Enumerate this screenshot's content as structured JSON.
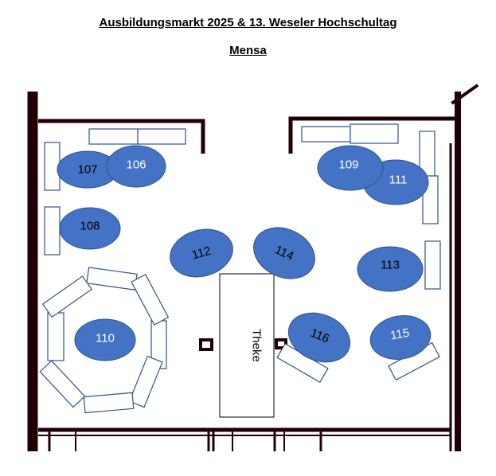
{
  "header": {
    "title": "Ausbildungsmarkt 2025 & 13. Weseler Hochschultag",
    "subtitle": "Mensa"
  },
  "counter": {
    "label": "Theke"
  },
  "tables": [
    {
      "id": "106",
      "text_color": "#ffffff"
    },
    {
      "id": "107",
      "text_color": "#000000"
    },
    {
      "id": "108",
      "text_color": "#000000"
    },
    {
      "id": "109",
      "text_color": "#ffffff"
    },
    {
      "id": "110",
      "text_color": "#ffffff"
    },
    {
      "id": "111",
      "text_color": "#ffffff"
    },
    {
      "id": "112",
      "text_color": "#000000"
    },
    {
      "id": "113",
      "text_color": "#000000"
    },
    {
      "id": "114",
      "text_color": "#000000"
    },
    {
      "id": "115",
      "text_color": "#ffffff"
    },
    {
      "id": "116",
      "text_color": "#000000"
    }
  ],
  "colors": {
    "table_fill": "#4472c4",
    "bench_stroke": "#2f528f",
    "wall": "#200006"
  }
}
